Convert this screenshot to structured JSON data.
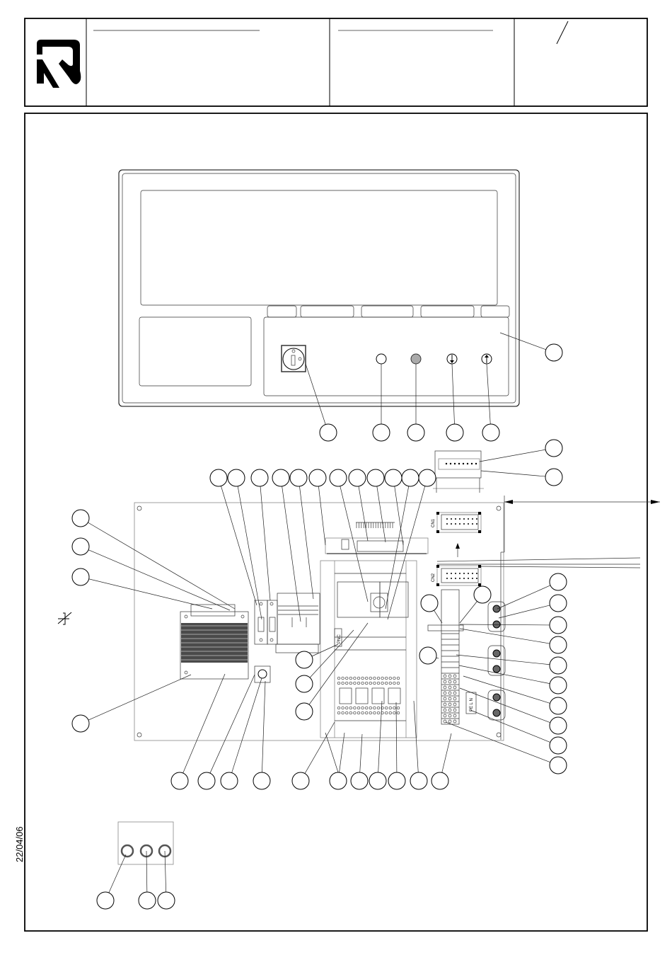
{
  "title_block": {
    "logo": "R",
    "revision_mark": "/",
    "field_1": "",
    "field_2": ""
  },
  "drawing": {
    "date": "22/04/06",
    "connector_labels": [
      "CN1",
      "CN2"
    ],
    "relay_label": "PNC",
    "terminal_label": "PE L N",
    "balloon_labels": {
      "panel": [
        "",
        "",
        "",
        "",
        "",
        ""
      ],
      "connector_top": [
        "",
        ""
      ],
      "top_row": [
        "",
        "",
        "",
        "",
        "",
        "",
        "",
        "",
        "",
        "",
        "",
        ""
      ],
      "left_column": [
        "",
        "",
        "",
        ""
      ],
      "right_column": [
        "",
        "",
        "",
        "",
        "",
        "",
        "",
        "",
        "",
        ""
      ],
      "terminal_strip": [
        "",
        "",
        ""
      ],
      "mid_left": [
        "",
        "",
        ""
      ],
      "bottom_row": [
        "",
        "",
        "",
        "",
        "",
        "",
        "",
        "",
        "",
        "",
        ""
      ],
      "gland_plate": [
        "",
        "",
        ""
      ]
    }
  }
}
